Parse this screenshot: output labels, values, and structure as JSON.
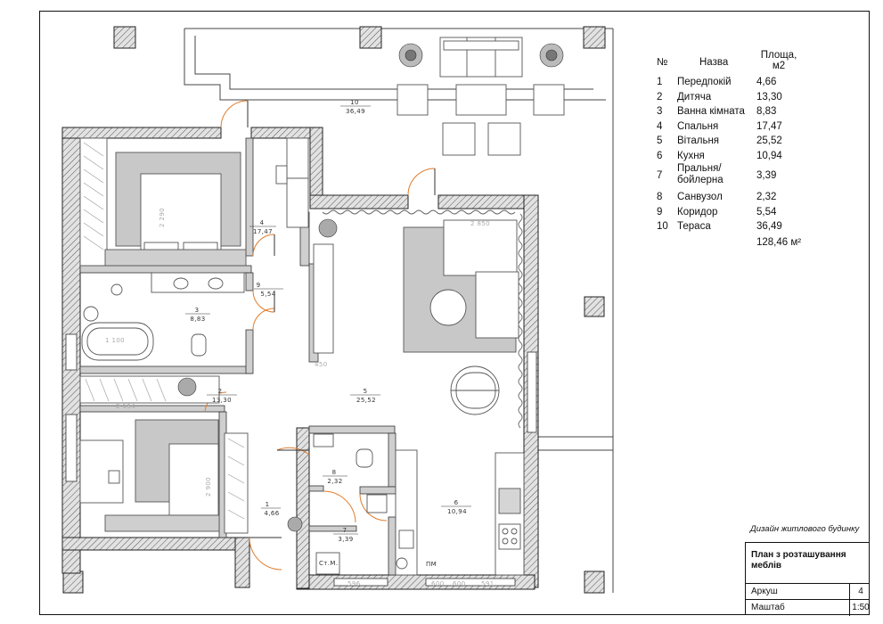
{
  "table": {
    "col_no": "№",
    "col_name": "Назва",
    "col_area_line1": "Площа,",
    "col_area_line2": "м2",
    "rows": [
      {
        "no": "1",
        "name": "Передпокій",
        "area": "4,66"
      },
      {
        "no": "2",
        "name": "Дитяча",
        "area": "13,30"
      },
      {
        "no": "3",
        "name": "Ванна кімната",
        "area": "8,83"
      },
      {
        "no": "4",
        "name": "Спальня",
        "area": "17,47"
      },
      {
        "no": "5",
        "name": "Вітальня",
        "area": "25,52"
      },
      {
        "no": "6",
        "name": "Кухня",
        "area": "10,94"
      },
      {
        "no": "7",
        "name_line1": "Пральня/",
        "name_line2": "бойлерна",
        "area": "3,39"
      },
      {
        "no": "8",
        "name": "Санвузол",
        "area": "2,32"
      },
      {
        "no": "9",
        "name": "Коридор",
        "area": "5,54"
      },
      {
        "no": "10",
        "name": "Тераса",
        "area": "36,49"
      }
    ],
    "total": "128,46 м²"
  },
  "plan_labels": {
    "r1": {
      "no": "1",
      "area": "4,66"
    },
    "r2": {
      "no": "2",
      "area": "13,30"
    },
    "r3": {
      "no": "3",
      "area": "8,83"
    },
    "r4": {
      "no": "4",
      "area": "17,47"
    },
    "r5": {
      "no": "5",
      "area": "25,52"
    },
    "r6": {
      "no": "6",
      "area": "10,94"
    },
    "r7": {
      "no": "7",
      "area": "3,39"
    },
    "r8": {
      "no": "8",
      "area": "2,32"
    },
    "r9": {
      "no": "9",
      "area": "5,54"
    },
    "r10": {
      "no": "10",
      "area": "36,49"
    },
    "st_m": "Ст.М.",
    "pm": "ПМ",
    "dims": {
      "d596": "596",
      "d600a": "600",
      "d600b": "600",
      "d591": "591",
      "d450": "450",
      "d2134": "2 134",
      "d2290": "2 290",
      "d1100": "1 100",
      "d2900": "2 900",
      "d2850": "2 850"
    }
  },
  "stamp": {
    "project": "Дизайн житлового будинку",
    "title": "План з розташування меблів",
    "sheet_label": "Аркуш",
    "sheet_value": "4",
    "scale_label": "Маштаб",
    "scale_value": "1:50"
  },
  "colors": {
    "wall_fill": "#d9d9d9",
    "wall_line": "#222222",
    "door_arc": "#e07b2a",
    "furniture": "#bdbdbd"
  }
}
